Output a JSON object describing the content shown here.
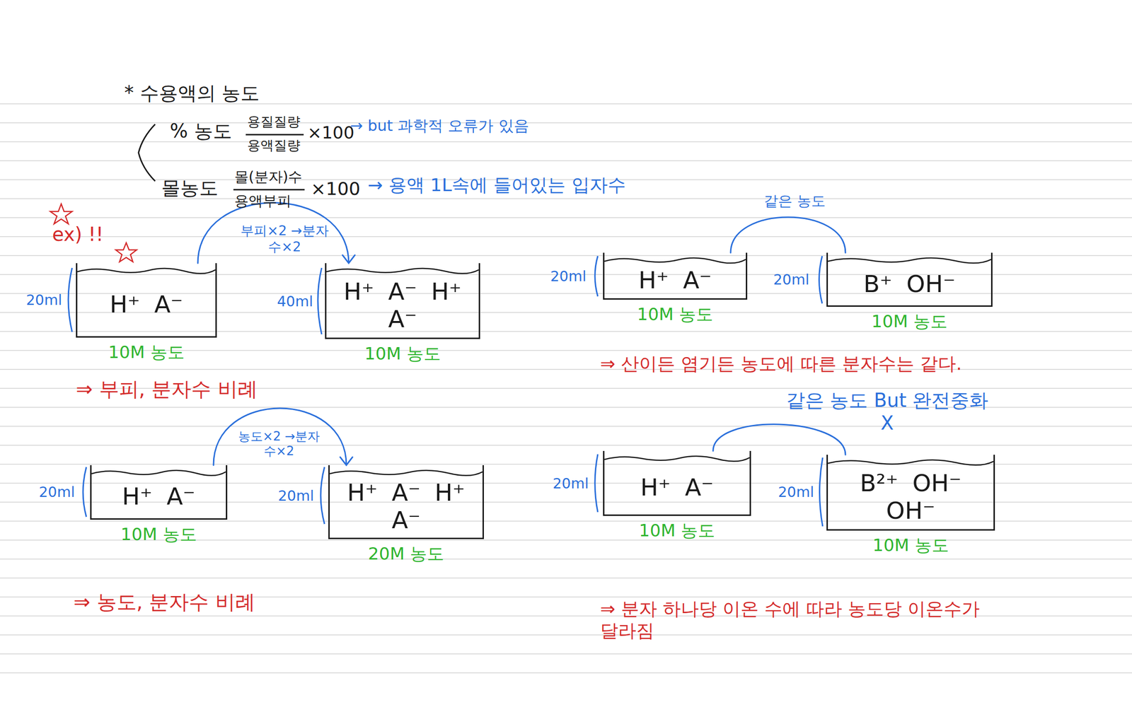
{
  "diagram": {
    "title": "* 수용액의 농도",
    "nodes": [
      {
        "text": [
          "H⁺ A⁻",
          "10M 농도"
        ]
      },
      {
        "text": [
          "H⁺ A⁻ H⁺ A⁻",
          "10M 농도"
        ]
      },
      {
        "text": [
          "H⁺ A⁻",
          "10M 농도"
        ]
      },
      {
        "text": [
          "H⁺ A⁻ H⁺ A⁻",
          "20M 농도"
        ]
      },
      {
        "text": [
          "H⁺ A⁻",
          "10M 농도"
        ]
      },
      {
        "text": [
          "B⁺ OH⁻",
          "10M 농도"
        ]
      },
      {
        "text": [
          "H⁺ A⁻",
          "10M 농도"
        ]
      },
      {
        "text": [
          "B²⁺ OH⁻ OH⁻",
          "10M 농도"
        ]
      }
    ],
    "edges": [
      {
        "from": 0,
        "to": 1,
        "label": "부피×2 →분자수×2",
        "arrow": "to"
      },
      {
        "from": 2,
        "to": 3,
        "label": "농도×2 →분자수×2",
        "arrow": "to"
      },
      {
        "from": 4,
        "to": 5,
        "label": "같은 농도",
        "arrow": "none"
      },
      {
        "from": 6,
        "to": 7,
        "label": "같은 농도 But 완전중화 X",
        "arrow": "none"
      }
    ],
    "labels": [
      "% 농도",
      "용질질량",
      "용액질량",
      "×100",
      "→ but 과학적 오류가 있음",
      "몰농도",
      "몰(분자)수",
      "용액부피",
      "×100",
      "→ 용액 1L속에 들어있는 입자수",
      "ex) !!",
      "20ml",
      "40ml",
      "⇒ 부피, 분자수 비례",
      "20ml",
      "20ml",
      "⇒ 농도, 분자수 비례",
      "20ml",
      "20ml",
      "⇒ 산이든 염기든 농도에 따른 분자수는 같다.",
      "20ml",
      "20ml",
      "⇒ 분자 하나당 이온 수에 따라 농도당 이온수가 달라짐"
    ]
  }
}
